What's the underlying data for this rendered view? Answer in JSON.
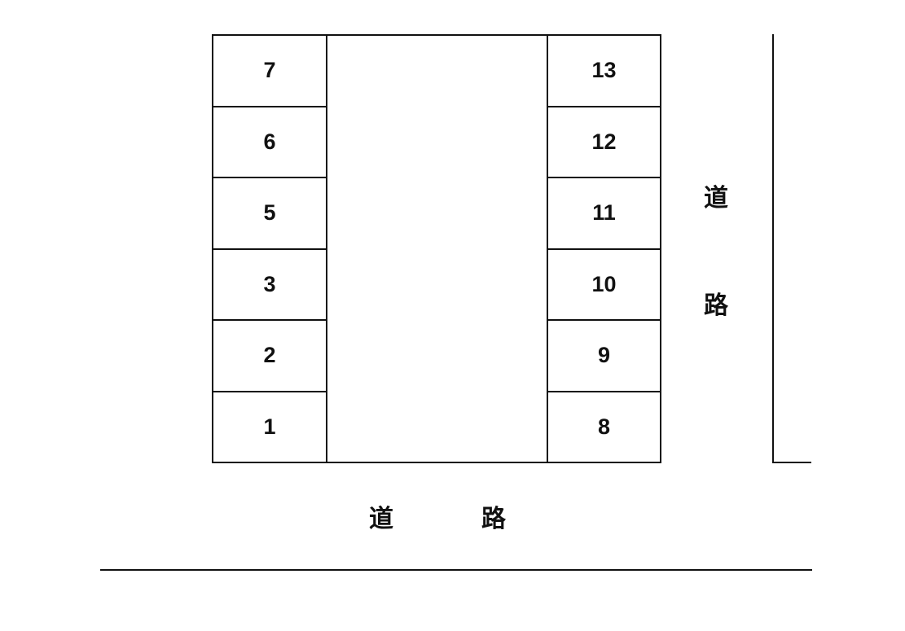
{
  "diagram": {
    "type": "parking-lot-layout",
    "left_column": {
      "spaces": [
        "7",
        "6",
        "5",
        "3",
        "2",
        "1"
      ]
    },
    "right_column": {
      "spaces": [
        "13",
        "12",
        "11",
        "10",
        "9",
        "8"
      ]
    },
    "roads": {
      "right": {
        "char1": "道",
        "char2": "路"
      },
      "bottom": {
        "char1": "道",
        "char2": "路"
      }
    }
  }
}
